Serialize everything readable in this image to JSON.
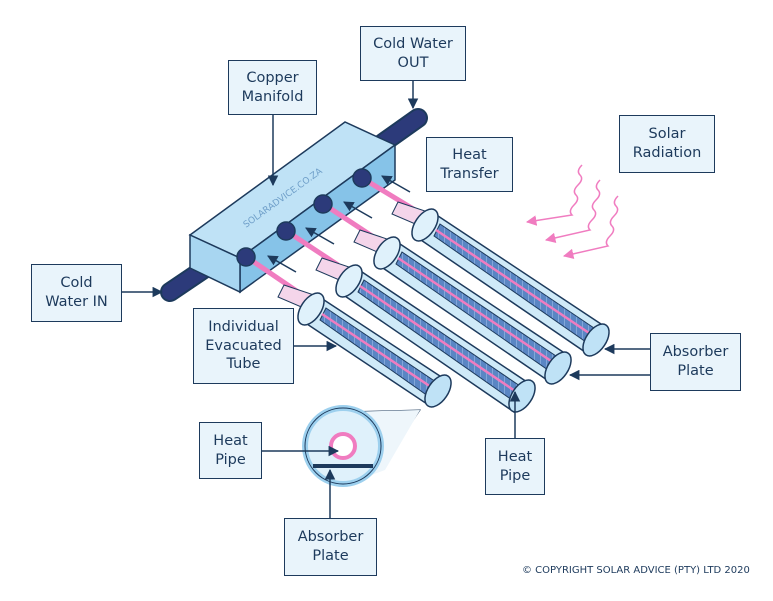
{
  "labels": {
    "cold_water_out": "Cold Water\nOUT",
    "copper_manifold": "Copper\nManifold",
    "heat_transfer": "Heat\nTransfer",
    "solar_radiation": "Solar\nRadiation",
    "cold_water_in": "Cold\nWater IN",
    "individual_evacuated_tube": "Individual\nEvacuated\nTube",
    "absorber_plate_right": "Absorber\nPlate",
    "heat_pipe_bottom": "Heat\nPipe",
    "heat_pipe_left": "Heat\nPipe",
    "absorber_plate_bottom": "Absorber\nPlate"
  },
  "watermark": "SOLARADVICE.CO.ZA",
  "copyright": "© COPYRIGHT SOLAR ADVICE (PTY) LTD 2020",
  "colors": {
    "outline": "#1d3a5c",
    "label_fill": "#e9f4fb",
    "manifold": "#9dd0ee",
    "tube": "#cfeaf8",
    "absorber": "#5a86c4",
    "heat_pipe": "#f07cc0",
    "pipe_dark": "#2c3a7a",
    "radiation": "#f07cc0"
  }
}
